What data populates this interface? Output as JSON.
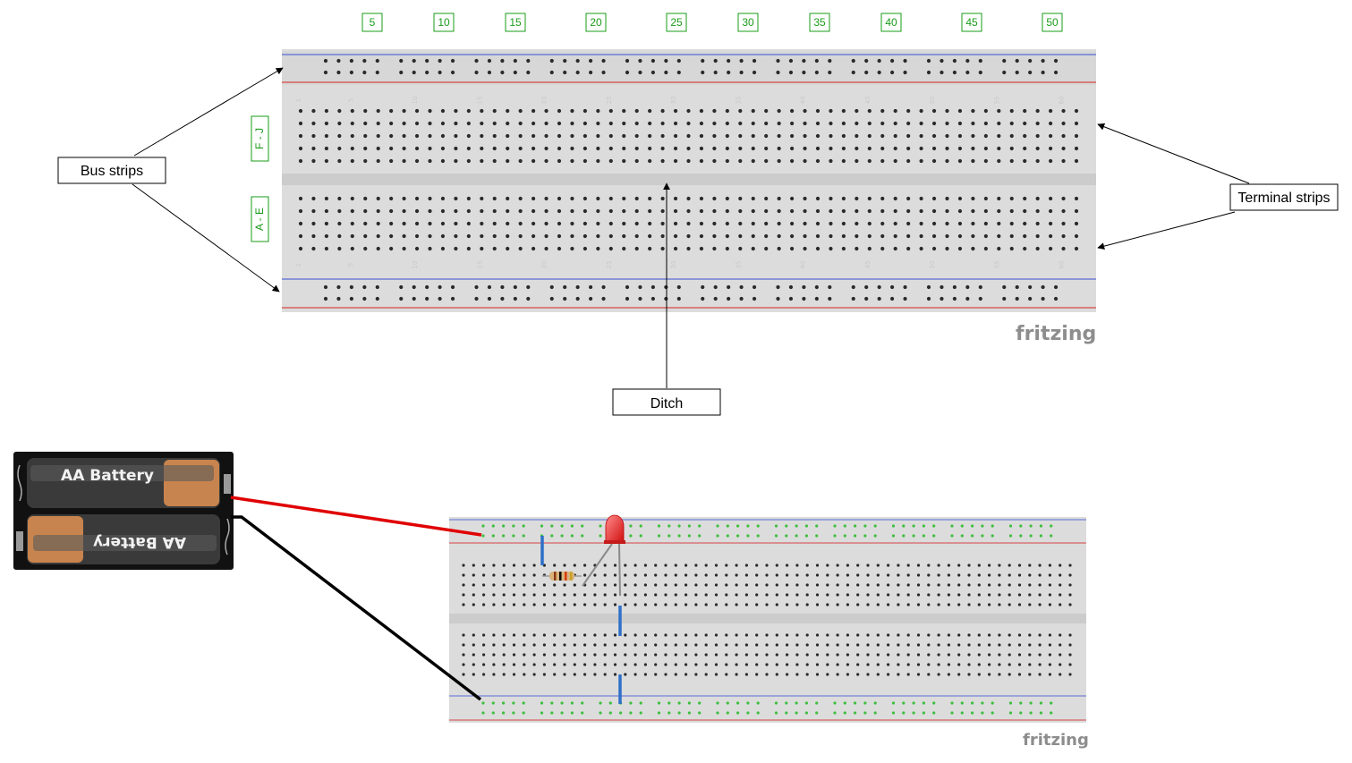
{
  "top_column_markers": [
    "5",
    "10",
    "15",
    "20",
    "25",
    "30",
    "35",
    "40",
    "45",
    "50"
  ],
  "row_group_labels": {
    "upper": "F - J",
    "lower": "A - E"
  },
  "callouts": {
    "bus_strips": "Bus strips",
    "terminal_strips": "Terminal strips",
    "ditch": "Ditch"
  },
  "brand": "fritzing",
  "breadboard_numbers": [
    "1",
    "5",
    "10",
    "15",
    "20",
    "25",
    "30",
    "35",
    "40",
    "45",
    "50",
    "55",
    "60"
  ],
  "battery": {
    "label_top": "AA Battery",
    "label_bottom": "AA Battery"
  },
  "colors": {
    "accent_green": "#1a9c1a",
    "bus_blue": "#5a6bd6",
    "bus_red": "#d64545",
    "board": "#dcdcdc",
    "wire_red": "#e00000",
    "wire_black": "#000000",
    "wire_blue": "#2e6fc9"
  }
}
